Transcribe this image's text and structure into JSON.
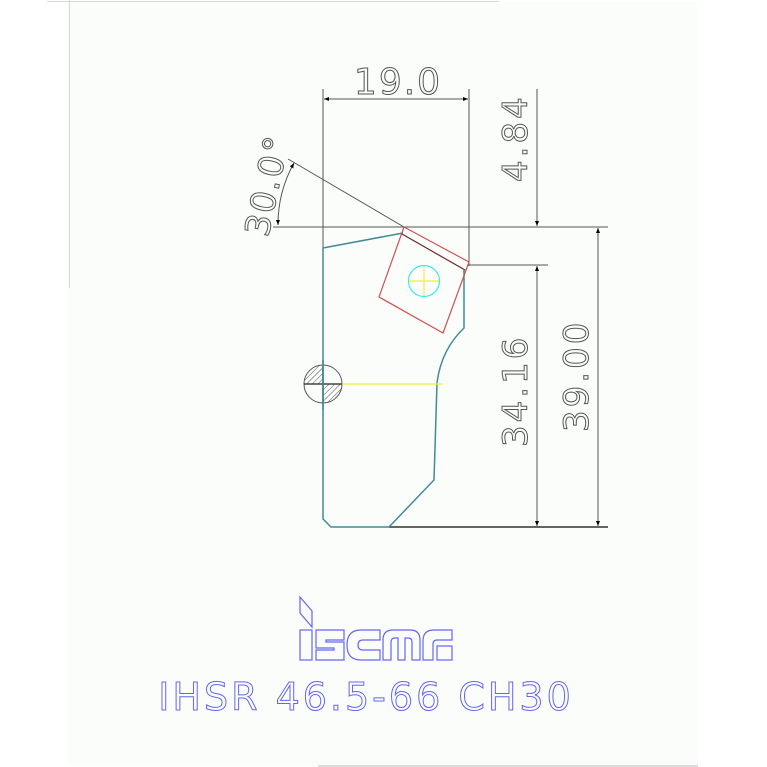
{
  "drawing": {
    "title": "IHSR 46.5-66 CH30",
    "brand": "iscar",
    "dimensions": {
      "width_top": "19.0",
      "angle": "30.0°",
      "offset_top": "4.84",
      "height_inner": "34.16",
      "height_total": "39.00"
    },
    "colors": {
      "background": "#fbfdfb",
      "dimension_lines": "#555555",
      "tool_body": "#3f8c93",
      "insert": "#d05050",
      "insert_hole": "#3fe8f0",
      "center_mark": "#f0f040",
      "logo_and_title": "#6666ee"
    }
  }
}
